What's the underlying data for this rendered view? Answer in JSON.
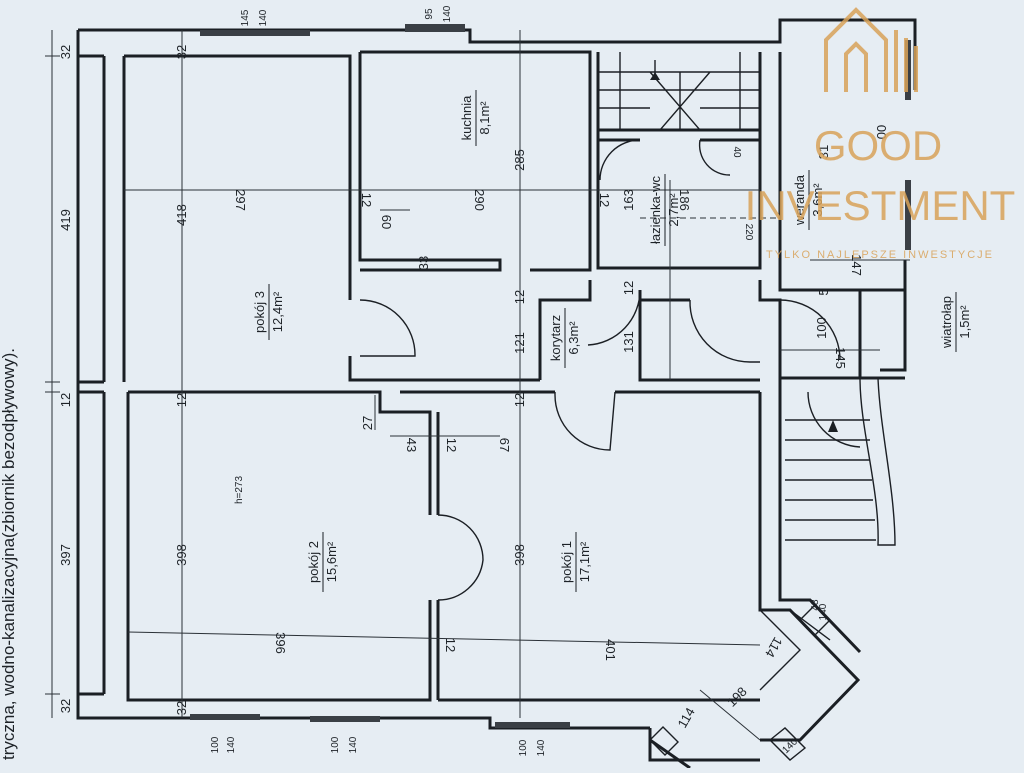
{
  "caption_fragment": "tryczna, wodno-kanalizacyjna(zbiornik bezodpływowy).",
  "logo": {
    "name": "GOOD",
    "name2": "INVESTMENT",
    "tagline": "TYLKO NAJLEPSZE INWESTYCJE",
    "color": "#d9a35a"
  },
  "rooms": [
    {
      "id": "pokoj3",
      "name": "pokój 3",
      "area": "12,4m²"
    },
    {
      "id": "kuchnia",
      "name": "kuchnia",
      "area": "8,1m²"
    },
    {
      "id": "lazienka",
      "name": "łazienka-wc",
      "area": "2,7m²"
    },
    {
      "id": "weranda",
      "name": "weranda",
      "area": "3,6m²"
    },
    {
      "id": "korytarz",
      "name": "korytarz",
      "area": "6,3m²"
    },
    {
      "id": "wiatrolap",
      "name": "wiatrołap",
      "area": "1,5m²"
    },
    {
      "id": "pokoj2",
      "name": "pokój 2",
      "area": "15,6m²"
    },
    {
      "id": "pokoj1",
      "name": "pokój 1",
      "area": "17,1m²"
    }
  ],
  "height_note": "h=273",
  "dimensions": {
    "d419": "419",
    "d397": "397",
    "d32a": "32",
    "d32b": "32",
    "d32c": "32",
    "d32d": "32",
    "d418": "418",
    "d398a": "398",
    "d398b": "398",
    "d12a": "12",
    "d12b": "12",
    "d297": "297",
    "d290": "290",
    "d285": "285",
    "d121": "121",
    "d12c": "12",
    "d12d": "12",
    "d12e": "12",
    "d12f": "12",
    "d12g": "12",
    "d12h": "12",
    "d12i": "12",
    "d163": "163",
    "d186": "186",
    "d131": "131",
    "d60": "60",
    "d33": "33",
    "d27": "27",
    "d43": "43",
    "d67": "67",
    "d396": "396",
    "d401": "401",
    "d198": "198",
    "d114a": "114",
    "d114b": "114",
    "d48": "48",
    "d100": "100",
    "d145": "145",
    "d147": "147",
    "d5": "5",
    "d31": "31",
    "d00": "00",
    "d40": "40",
    "d220": "220",
    "w145": "145",
    "w140a": "140",
    "w95": "95",
    "w140b": "140",
    "w100a": "100",
    "w140c": "140",
    "w100b": "100",
    "w140d": "140",
    "w100c": "100",
    "w140e": "140",
    "w140f": "140",
    "w140g": "140"
  }
}
